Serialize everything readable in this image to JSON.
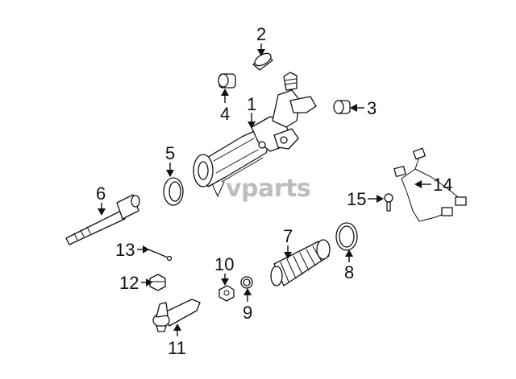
{
  "watermark": "vparts",
  "callouts": [
    "1",
    "2",
    "3",
    "4",
    "5",
    "6",
    "7",
    "8",
    "9",
    "10",
    "11",
    "12",
    "13",
    "14",
    "15"
  ],
  "colors": {
    "line": "#111111",
    "fill": "#ffffff",
    "watermark": "#bdbdbd"
  }
}
